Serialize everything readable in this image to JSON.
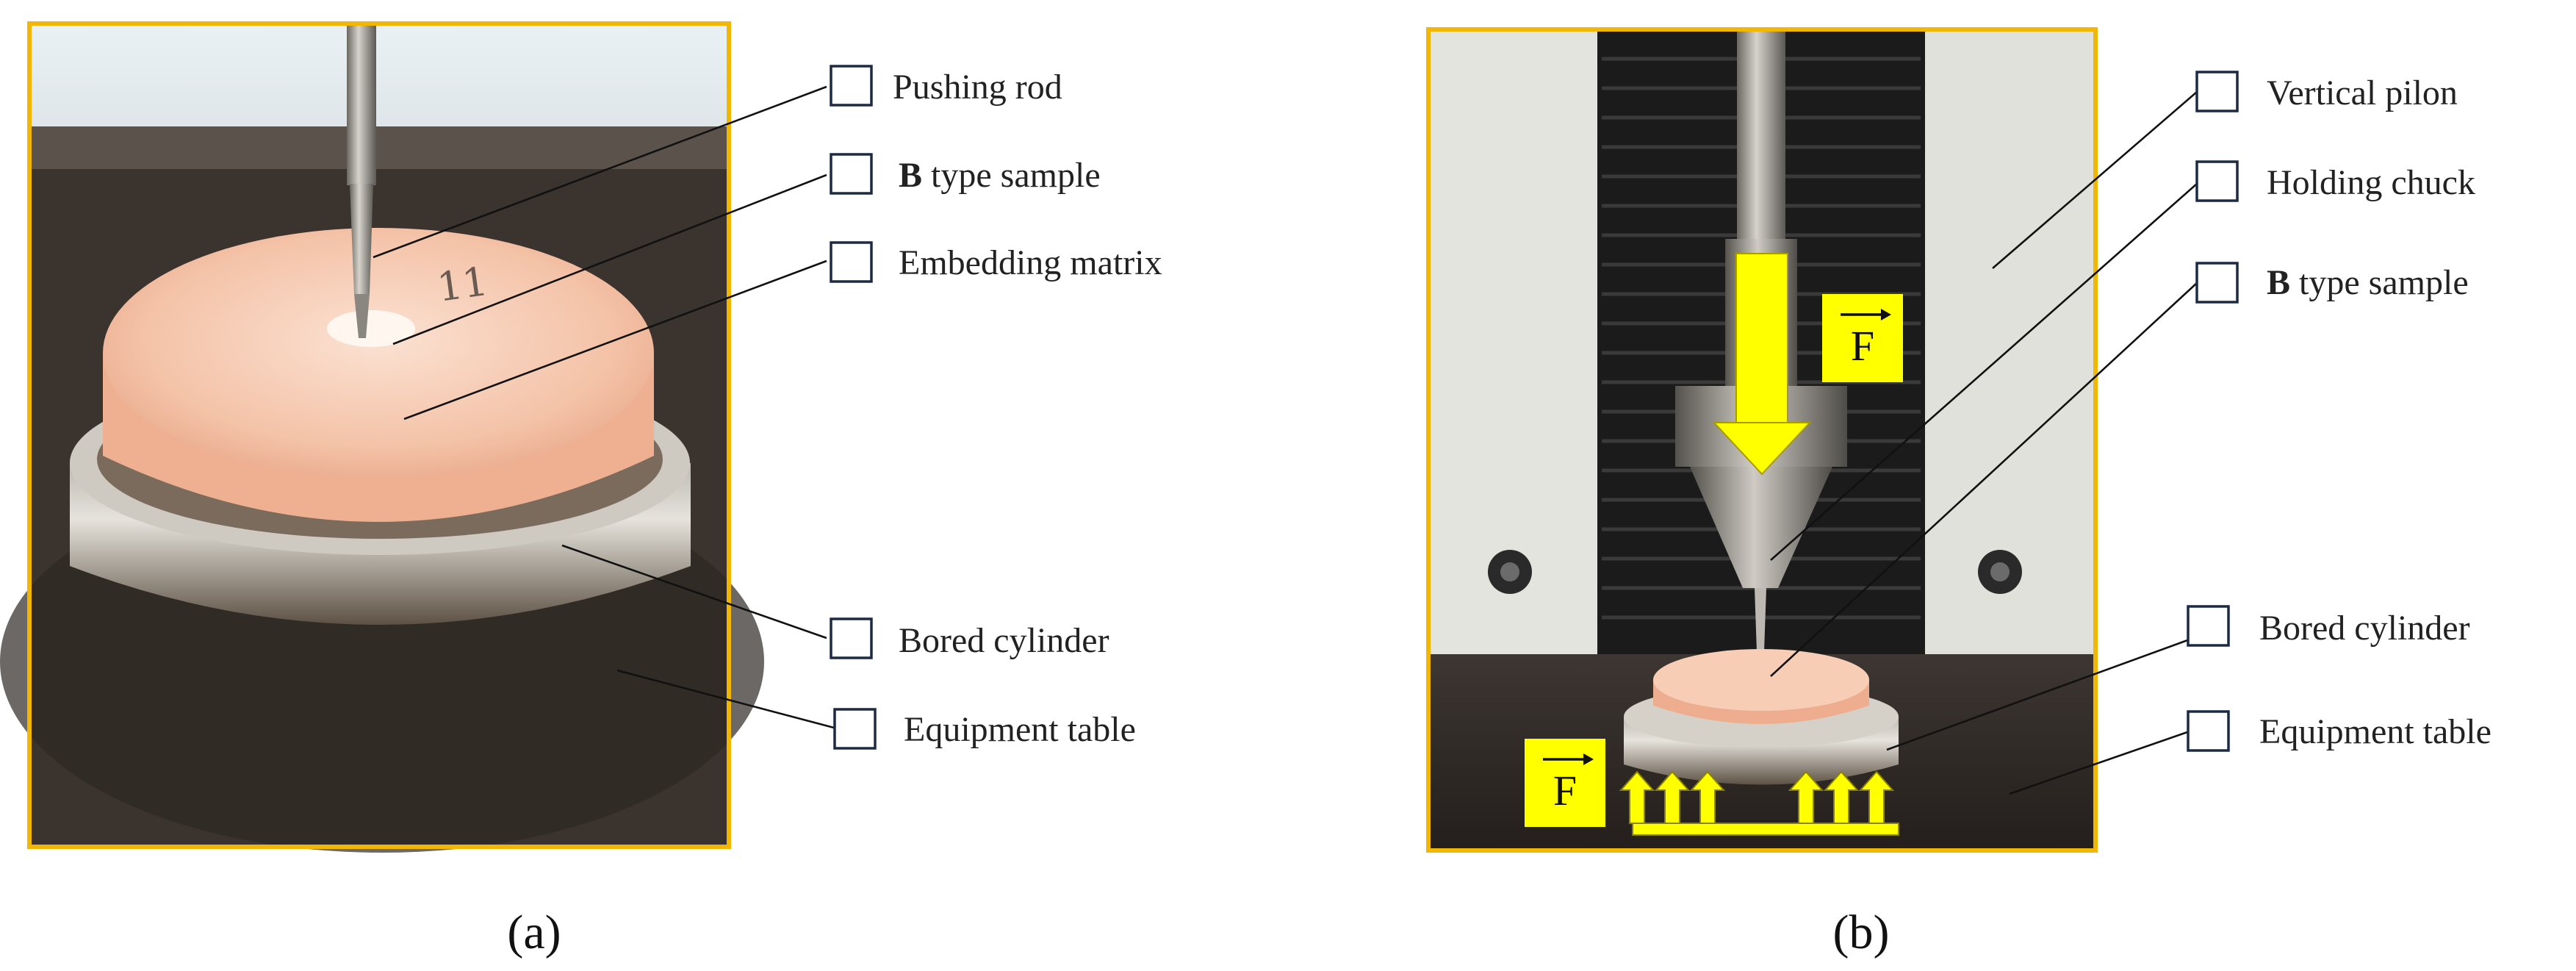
{
  "panel_a": {
    "caption": "(a)",
    "labels": [
      {
        "id": "pushing-rod",
        "bold": "",
        "text": "Pushing rod"
      },
      {
        "id": "b-type-sample",
        "bold": "B",
        "text": " type sample"
      },
      {
        "id": "embedding-matrix",
        "bold": "",
        "text": "Embedding matrix"
      },
      {
        "id": "bored-cylinder",
        "bold": "",
        "text": "Bored cylinder"
      },
      {
        "id": "equipment-table",
        "bold": "",
        "text": "Equipment table"
      }
    ]
  },
  "panel_b": {
    "caption": "(b)",
    "force_symbol": "F",
    "labels": [
      {
        "id": "vertical-pilon",
        "bold": "",
        "text": "Vertical pilon"
      },
      {
        "id": "holding-chuck",
        "bold": "",
        "text": "Holding chuck"
      },
      {
        "id": "b-type-sample",
        "bold": "B",
        "text": " type sample"
      },
      {
        "id": "bored-cylinder",
        "bold": "",
        "text": "Bored cylinder"
      },
      {
        "id": "equipment-table",
        "bold": "",
        "text": "Equipment table"
      }
    ]
  },
  "colors": {
    "frame": "#f2b705",
    "arrow": "#ffff00",
    "checkbox": "#1c2a44"
  }
}
